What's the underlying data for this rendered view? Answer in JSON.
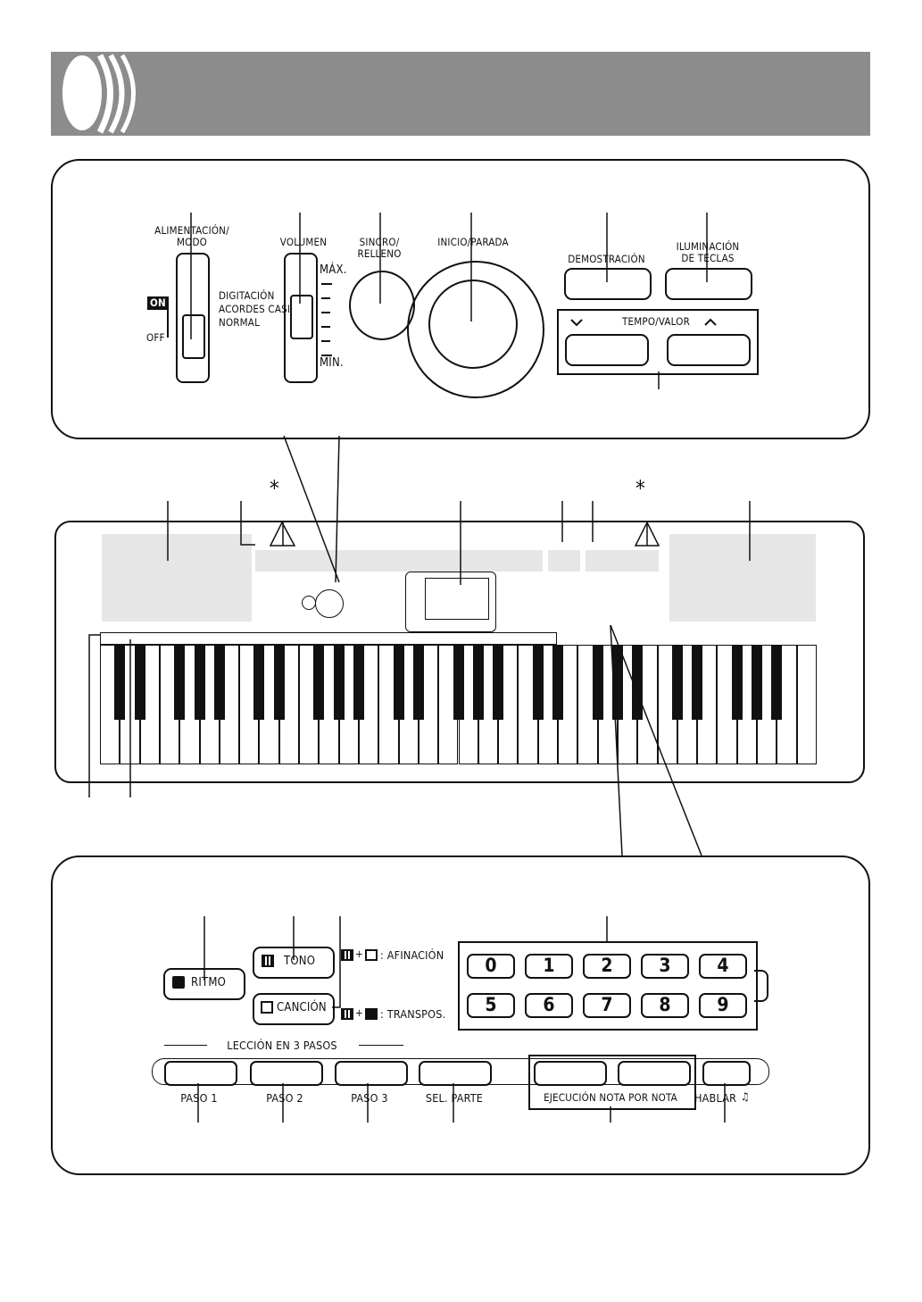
{
  "top_panel": {
    "power_mode": {
      "label_line1": "ALIMENTACIÓN/",
      "label_line2": "MODO",
      "on": "ON",
      "off": "OFF",
      "modes": [
        "DIGITACIÓN",
        "ACORDES CASIO",
        "NORMAL"
      ]
    },
    "volume": {
      "label": "VOLUMEN",
      "max": "MÁX.",
      "min": "MÍN."
    },
    "sync": {
      "line1": "SINCRO/",
      "line2": "RELLENO"
    },
    "start_stop": "INICIO/PARADA",
    "demo": "DEMOSTRACIÓN",
    "key_light": {
      "line1": "ILUMINACIÓN",
      "line2": "DE TECLAS"
    },
    "tempo": "TEMPO/VALOR"
  },
  "overview": {
    "asterisk_left": "*",
    "asterisk_right": "*"
  },
  "bottom_panel": {
    "rhythm": "RITMO",
    "tone": "TONO",
    "song": "CANCIÓN",
    "tuning": ": AFINACIÓN",
    "transpose": ": TRANSPOS.",
    "digits_row1": [
      "0",
      "1",
      "2",
      "3",
      "4"
    ],
    "digits_row2": [
      "5",
      "6",
      "7",
      "8",
      "9"
    ],
    "lesson_title": "LECCIÓN EN 3 PASOS",
    "step1": "PASO 1",
    "step2": "PASO 2",
    "step3": "PASO 3",
    "part_select": "SEL. PARTE",
    "note_by_note": "EJECUCIÓN NOTA POR NOTA",
    "talk": "HABLAR"
  },
  "colors": {
    "header_gray": "#8c8c8c",
    "panel_light": "#e6e6e6"
  }
}
